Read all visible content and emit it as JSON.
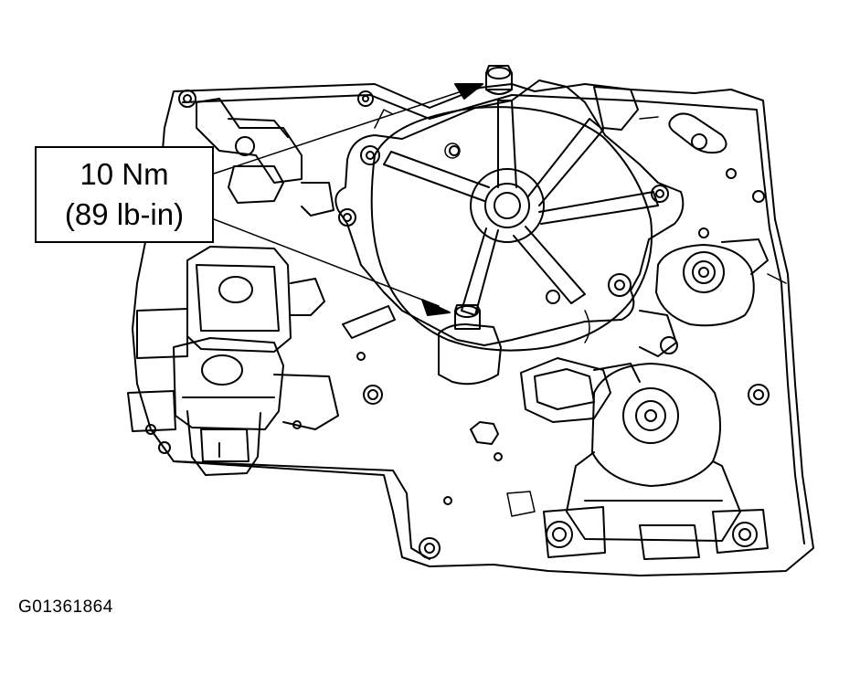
{
  "callout": {
    "torque_nm": "10 Nm",
    "torque_lbin": "(89 lb-in)"
  },
  "figure_id": "G01361864",
  "colors": {
    "line": "#000000",
    "background": "#ffffff"
  }
}
